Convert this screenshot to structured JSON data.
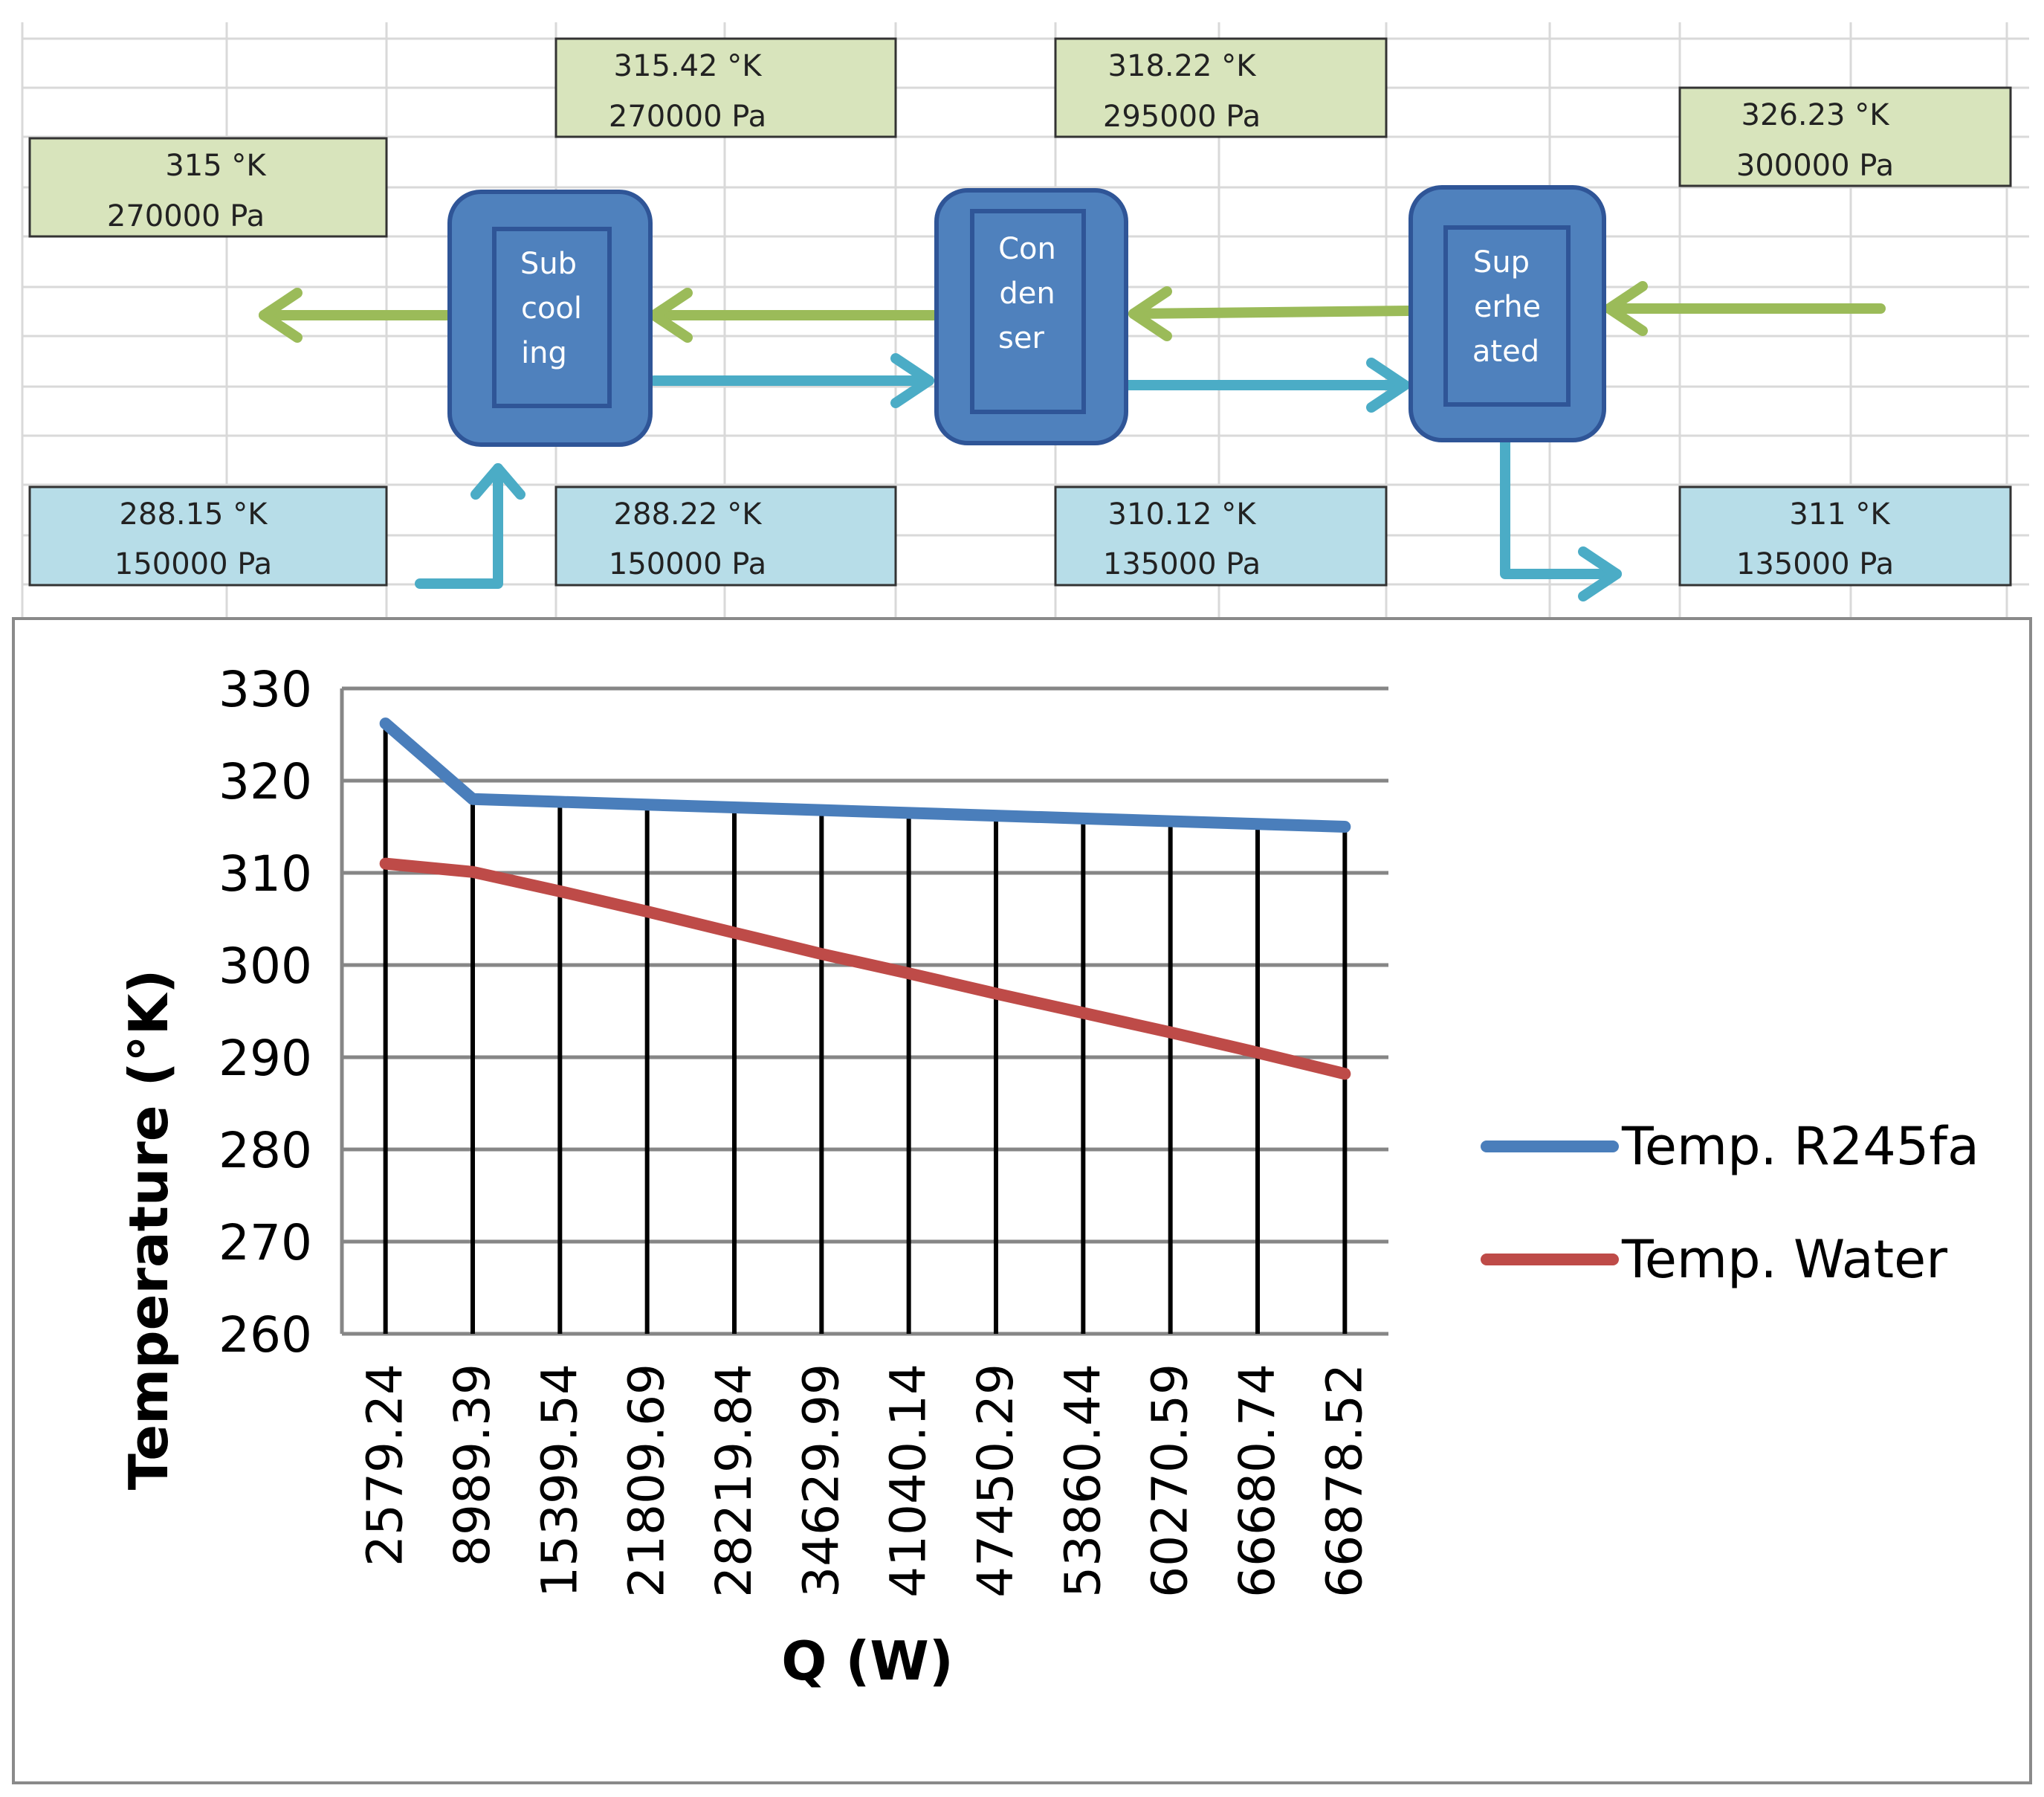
{
  "diagram": {
    "units": [
      {
        "name": "subcooling",
        "lines": [
          "Sub",
          "cool",
          "ing"
        ]
      },
      {
        "name": "condenser",
        "lines": [
          "Con",
          "den",
          "ser"
        ]
      },
      {
        "name": "superheated",
        "lines": [
          "Sup",
          "erhe",
          "ated"
        ]
      }
    ],
    "refrigerant_labels": [
      {
        "temp": "315 °K",
        "pressure": "270000 Pa"
      },
      {
        "temp": "315.42 °K",
        "pressure": "270000 Pa"
      },
      {
        "temp": "318.22 °K",
        "pressure": "295000 Pa"
      },
      {
        "temp": "326.23 °K",
        "pressure": "300000 Pa"
      }
    ],
    "water_labels": [
      {
        "temp": "288.15 °K",
        "pressure": "150000 Pa"
      },
      {
        "temp": "288.22 °K",
        "pressure": "150000 Pa"
      },
      {
        "temp": "310.12 °K",
        "pressure": "135000 Pa"
      },
      {
        "temp": "311 °K",
        "pressure": "135000 Pa"
      }
    ],
    "colors": {
      "refrigerant_box": "#d8e4bc",
      "water_box": "#b7dde8",
      "refrigerant_arrow": "#9bbb59",
      "water_arrow": "#4bacc6",
      "unit_fill": "#4f81bd",
      "unit_stroke": "#2f5597"
    }
  },
  "chart_data": {
    "type": "line",
    "xlabel": "Q (W)",
    "ylabel": "Temperature (°K)",
    "ylim": [
      260,
      330
    ],
    "yticks": [
      "260",
      "270",
      "280",
      "290",
      "300",
      "310",
      "320",
      "330"
    ],
    "categories": [
      "2579.24",
      "8989.39",
      "15399.54",
      "21809.69",
      "28219.84",
      "34629.99",
      "41040.14",
      "47450.29",
      "53860.44",
      "60270.59",
      "66680.74",
      "66878.52"
    ],
    "series": [
      {
        "name": "Temp. R245fa",
        "color": "#4a7ebb",
        "values": [
          326.2,
          318.0,
          317.7,
          317.4,
          317.1,
          316.8,
          316.5,
          316.2,
          315.9,
          315.6,
          315.3,
          315.0
        ]
      },
      {
        "name": "Temp. Water",
        "color": "#be4b48",
        "values": [
          311.0,
          310.1,
          308.0,
          305.8,
          303.5,
          301.2,
          299.1,
          296.9,
          294.8,
          292.7,
          290.5,
          288.2
        ]
      }
    ],
    "grid": true,
    "legend": "right"
  }
}
